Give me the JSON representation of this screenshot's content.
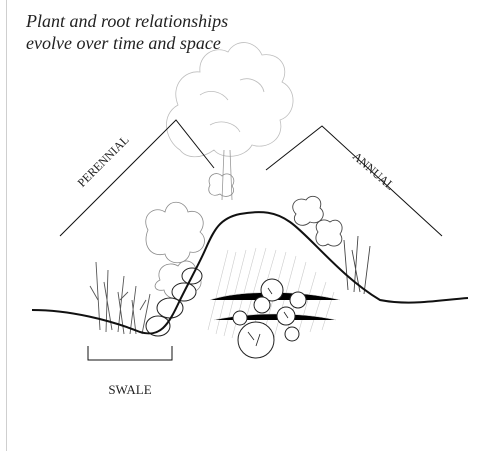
{
  "title": {
    "line1": "Plant and root relationships",
    "line2": "evolve over time and space"
  },
  "labels": {
    "perennial": "PERENNIAL",
    "annual": "ANNUAL",
    "swale": "SWALE"
  }
}
